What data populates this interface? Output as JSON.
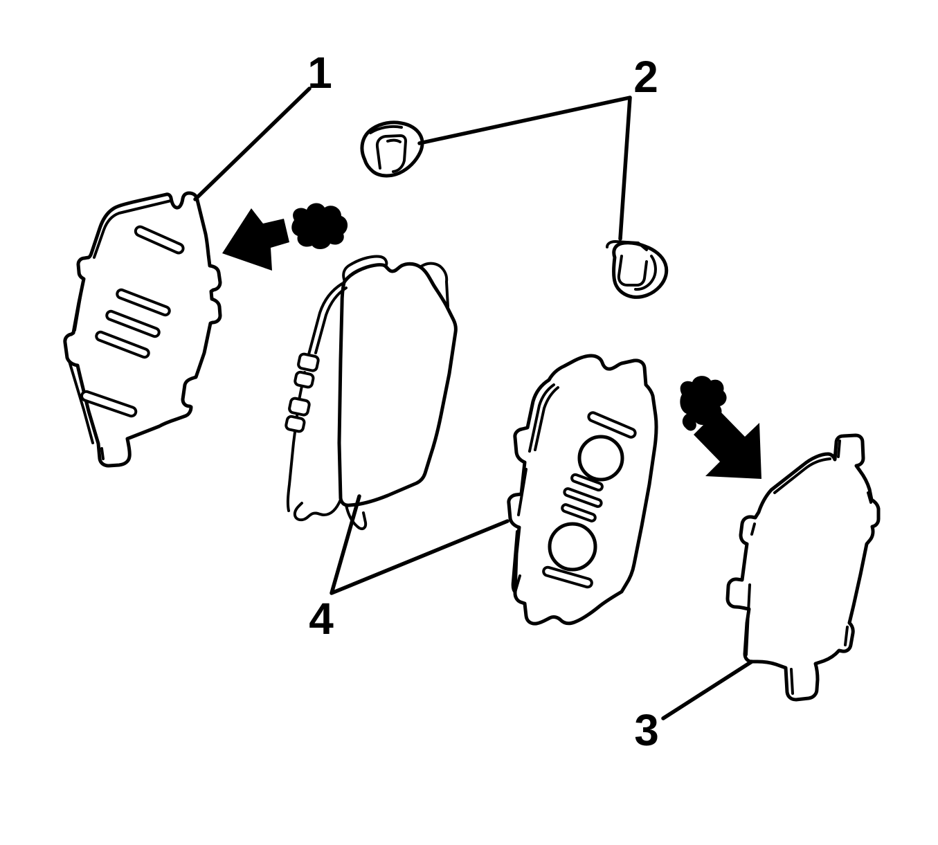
{
  "figure": {
    "ink_color": "#000000",
    "paper_color": "#ffffff",
    "callouts": [
      {
        "label": "1"
      },
      {
        "label": "2"
      },
      {
        "label": "3"
      },
      {
        "label": "4"
      }
    ]
  }
}
